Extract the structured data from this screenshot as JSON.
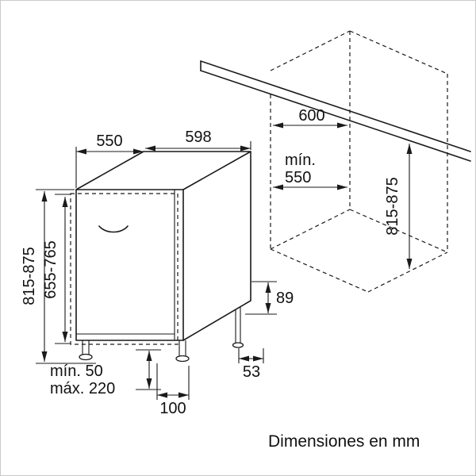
{
  "caption": "Dimensiones en mm",
  "labels": {
    "depth_top": "550",
    "width_top": "598",
    "niche_width": "600",
    "niche_depth_min_l1": "mín.",
    "niche_depth_min_l2": "550",
    "height_left": "815-875",
    "door_panel_height": "655-765",
    "niche_height_right": "815-875",
    "rear_foot_height": "89",
    "rear_foot_offset": "53",
    "front_foot_offset": "100",
    "plinth_min": "mín. 50",
    "plinth_max": "máx. 220"
  },
  "colors": {
    "line": "#1a1a1a",
    "text": "#111111",
    "background": "#ffffff"
  }
}
